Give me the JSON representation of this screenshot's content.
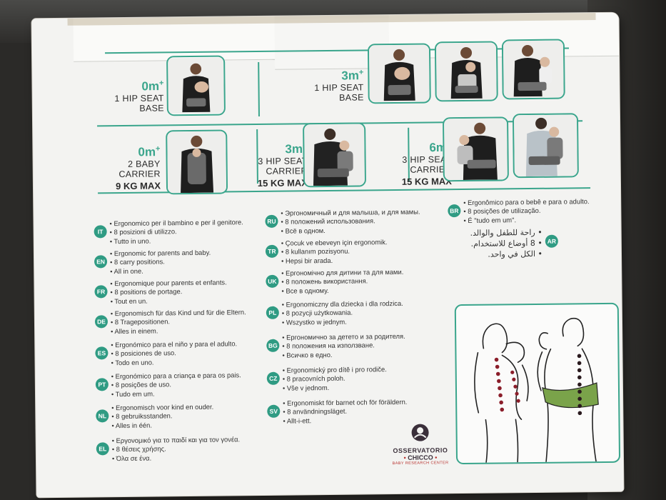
{
  "modes": [
    {
      "age": "0m",
      "age_sup": "+",
      "lines": [
        "1 HIP SEAT",
        "BASE"
      ],
      "max": ""
    },
    {
      "age": "3m",
      "age_sup": "+",
      "lines": [
        "1 HIP SEAT",
        "BASE"
      ],
      "max": ""
    },
    {
      "age": "0m",
      "age_sup": "+",
      "lines": [
        "2 BABY",
        "CARRIER"
      ],
      "max": "9 KG MAX"
    },
    {
      "age": "3m",
      "age_sup": "+",
      "lines": [
        "3 HIP SEAT",
        "CARRIER"
      ],
      "max": "15 KG MAX"
    },
    {
      "age": "6m",
      "age_sup": "+",
      "lines": [
        "3 HIP SEAT",
        "CARRIER"
      ],
      "max": "15 KG MAX"
    }
  ],
  "languages": [
    {
      "code": "IT",
      "lines": [
        "Ergonomico per il bambino e per il genitore.",
        "8 posizioni di utilizzo.",
        "Tutto in uno."
      ]
    },
    {
      "code": "EN",
      "lines": [
        "Ergonomic for parents and baby.",
        "8 carry positions.",
        "All in one."
      ]
    },
    {
      "code": "FR",
      "lines": [
        "Ergonomique pour parents et enfants.",
        "8 positions de portage.",
        "Tout en un."
      ]
    },
    {
      "code": "DE",
      "lines": [
        "Ergonomisch für das Kind und für die Eltern.",
        "8 Tragepositionen.",
        "Alles in einem."
      ]
    },
    {
      "code": "ES",
      "lines": [
        "Ergonómico para el niño y para el adulto.",
        "8 posiciones de uso.",
        "Todo en uno."
      ]
    },
    {
      "code": "PT",
      "lines": [
        "Ergonómico para a criança e para os pais.",
        "8 posições de uso.",
        "Tudo em um."
      ]
    },
    {
      "code": "NL",
      "lines": [
        "Ergonomisch voor kind en ouder.",
        "8 gebruiksstanden.",
        "Alles in één."
      ]
    },
    {
      "code": "EL",
      "lines": [
        "Εργονομικό για το παιδί και για τον γονέα.",
        "8 θέσεις χρήσης.",
        "Όλα σε ένα."
      ]
    },
    {
      "code": "RU",
      "lines": [
        "Эргономичный и для малыша, и для мамы.",
        "8 положений использования.",
        "Всё в одном."
      ]
    },
    {
      "code": "TR",
      "lines": [
        "Çocuk ve ebeveyn için ergonomik.",
        "8 kullanım pozisyonu.",
        "Hepsi bir arada."
      ]
    },
    {
      "code": "UK",
      "lines": [
        "Ергономічно для дитини та для мами.",
        "8 положень використання.",
        "Все в одному."
      ]
    },
    {
      "code": "PL",
      "lines": [
        "Ergonomiczny dla dziecka i dla rodzica.",
        "8 pozycji użytkowania.",
        "Wszystko w jednym."
      ]
    },
    {
      "code": "BG",
      "lines": [
        "Ергономично за детето и за родителя.",
        "8 положения на използване.",
        "Всичко в едно."
      ]
    },
    {
      "code": "CZ",
      "lines": [
        "Ergonomický pro dítě i pro rodiče.",
        "8 pracovních poloh.",
        "Vše v jednom."
      ]
    },
    {
      "code": "SV",
      "lines": [
        "Ergonomiskt för barnet och för föräldern.",
        "8 användningsläget.",
        "Allt-i-ett."
      ]
    },
    {
      "code": "BR",
      "lines": [
        "Ergonômico para o bebê e para o adulto.",
        "8 posições de utilização.",
        "É \"tudo em um\"."
      ]
    },
    {
      "code": "AR",
      "lines": [
        "راحة للطفل والوالد.",
        "8 أوضاع للاستخدام.",
        "الكل في واحد."
      ]
    }
  ],
  "logo": {
    "line1": "OSSERVATORIO",
    "line2": "CHICCO",
    "line3": "BABY RESEARCH CENTER"
  },
  "colors": {
    "accent": "#3aa58c",
    "code_badge": "#2f9b83",
    "spine_dots": "#8b1e2a",
    "hipseat": "#7aa34a"
  }
}
